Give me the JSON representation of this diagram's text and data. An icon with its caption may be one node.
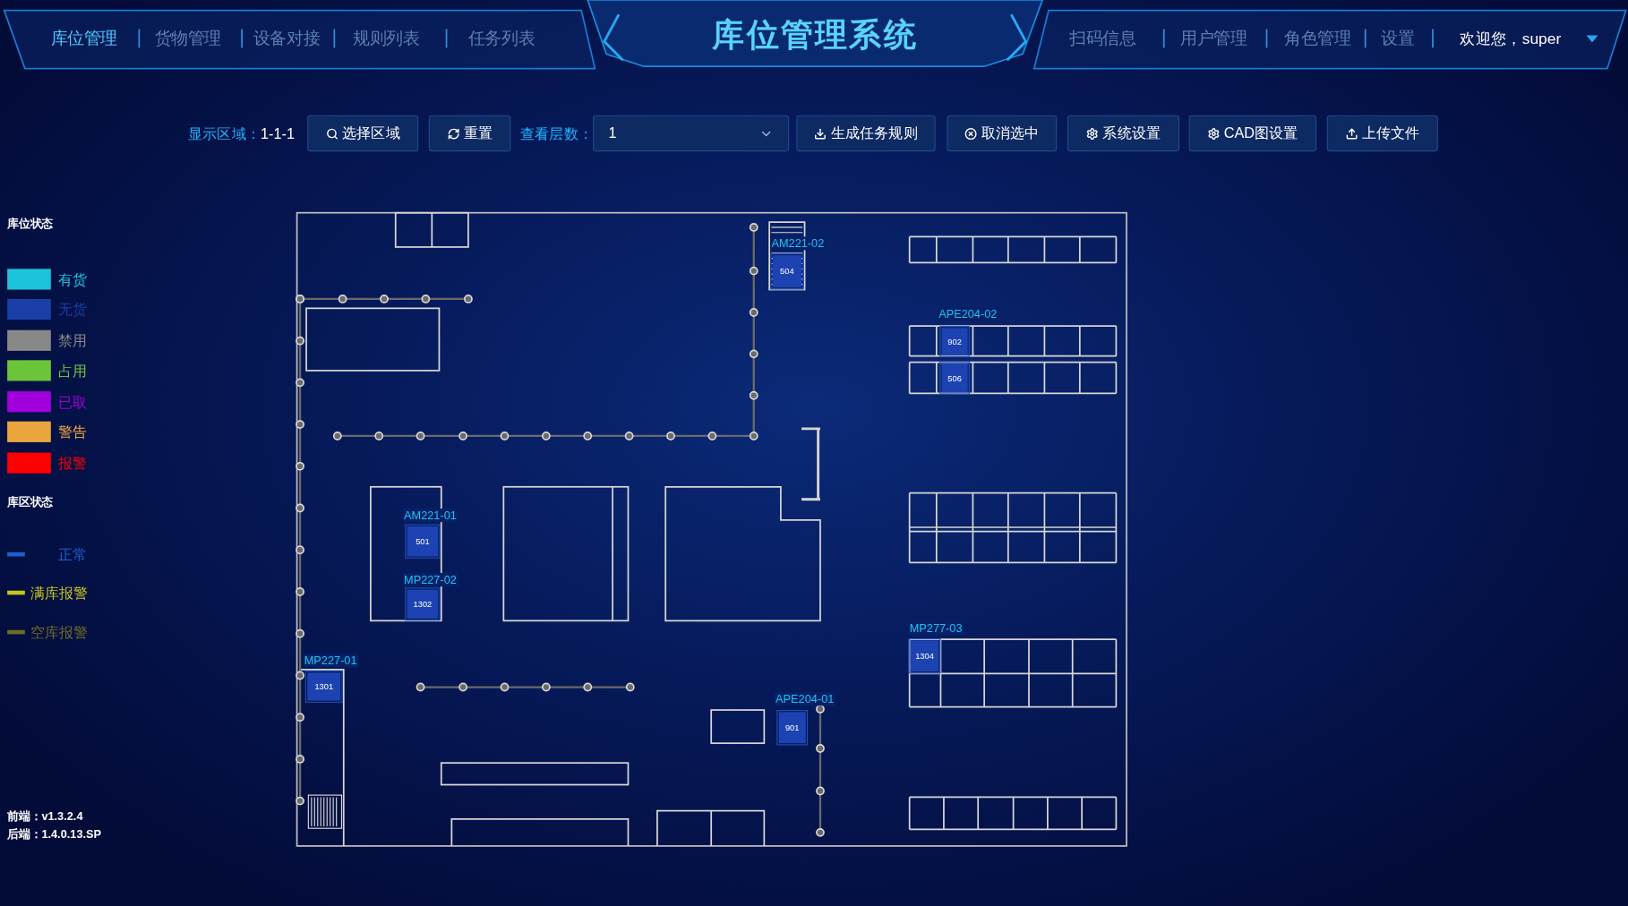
{
  "diagram": {
    "title": "库位管理系统",
    "nodes": [
      {
        "text": [
          "504"
        ],
        "beside": [
          "AM221-02"
        ]
      },
      {
        "text": [
          "902"
        ],
        "beside": [
          "APE204-02"
        ]
      },
      {
        "text": [
          "506"
        ]
      },
      {
        "text": [
          "501"
        ],
        "beside": [
          "AM221-01"
        ]
      },
      {
        "text": [
          "1302"
        ],
        "beside": [
          "MP227-02"
        ]
      },
      {
        "text": [
          "1304"
        ],
        "beside": [
          "MP277-03"
        ]
      },
      {
        "text": [
          "1301"
        ],
        "beside": [
          "MP227-01"
        ]
      },
      {
        "text": [
          "901"
        ],
        "beside": [
          "APE204-01"
        ]
      }
    ],
    "labels": [
      "库位管理",
      "货物管理",
      "设备对接",
      "规则列表",
      "任务列表",
      "扫码信息",
      "用户管理",
      "角色管理",
      "设置",
      "欢迎您，super",
      "显示区域：",
      "1-1-1",
      "选择区域",
      "重置",
      "查看层数：",
      "1",
      "生成任务规则",
      "取消选中",
      "系统设置",
      "CAD图设置",
      "上传文件",
      "库位状态",
      "库区状态",
      "前端：v1.3.2.4",
      "后端：1.4.0.13.SP"
    ],
    "legend": [
      {
        "text": "有货",
        "color": "#1cc3da"
      },
      {
        "text": "无货",
        "color": "#1b3fa6"
      },
      {
        "text": "禁用",
        "color": "#888888"
      },
      {
        "text": "占用",
        "color": "#6cc43b"
      },
      {
        "text": "已取",
        "color": "#a100dc"
      },
      {
        "text": "警告",
        "color": "#e9a63f"
      },
      {
        "text": "报警",
        "color": "#ff0000"
      },
      {
        "text": "正常"
      },
      {
        "text": "满库报警"
      },
      {
        "text": "空库报警"
      }
    ]
  }
}
